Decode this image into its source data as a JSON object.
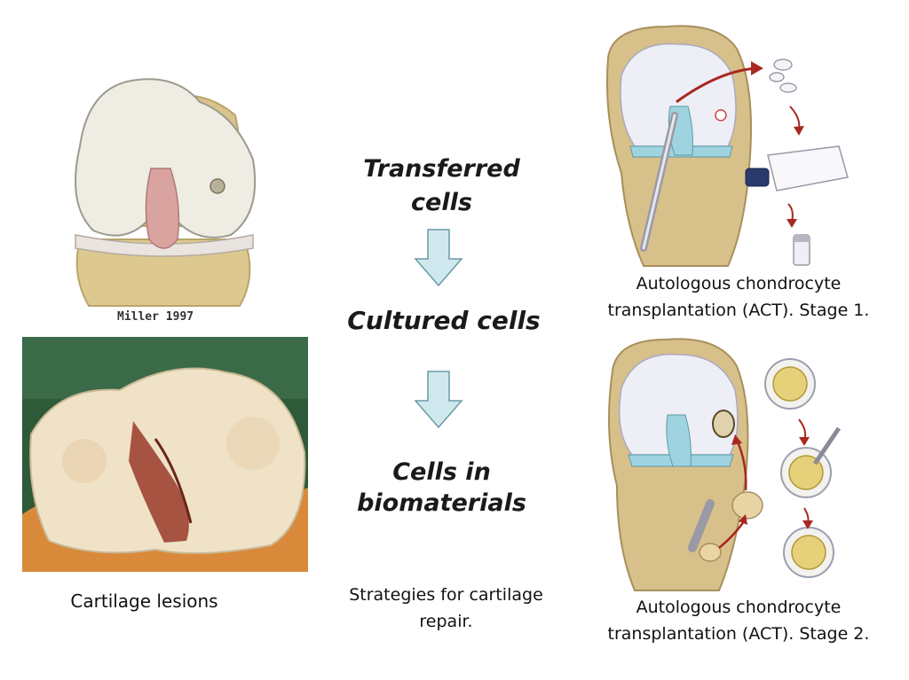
{
  "left": {
    "illustration_signature": "Miller 1997",
    "photo_caption": "Cartilage lesions"
  },
  "center": {
    "steps": [
      {
        "line1": "Transferred",
        "line2": "cells"
      },
      {
        "line1": "Cultured cells",
        "line2": ""
      },
      {
        "line1": "Cells in",
        "line2": "biomaterials"
      }
    ],
    "caption_line1": "Strategies for cartilage",
    "caption_line2": "repair."
  },
  "right": {
    "stage1": {
      "line1": "Autologous chondrocyte",
      "line2": "transplantation (ACT). Stage 1."
    },
    "stage2": {
      "line1": "Autologous chondrocyte",
      "line2": "transplantation (ACT). Stage 2."
    }
  },
  "colors": {
    "arrow_fill": "#cfe8ee",
    "arrow_stroke": "#6a9aa6",
    "cartilage": "#f1efe6",
    "bone": "#d8c48c",
    "ligament": "#d9a3a0",
    "lesion_red": "#9a3a2a",
    "photo_bg": "#2e5a3a"
  }
}
